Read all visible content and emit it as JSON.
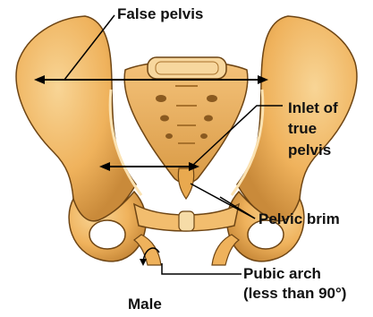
{
  "labels": {
    "false_pelvis": "False pelvis",
    "inlet_line1": "Inlet of",
    "inlet_line2": "true",
    "inlet_line3": "pelvis",
    "pelvic_brim": "Pelvic brim",
    "pubic_arch_line1": "Pubic arch",
    "pubic_arch_line2": "(less than 90°)",
    "caption": "Male"
  },
  "colors": {
    "bone": "#efb25c",
    "bone_light": "#f6cf8b",
    "bone_dark": "#c98a3a",
    "outline": "#6e4514",
    "line": "#000000"
  }
}
